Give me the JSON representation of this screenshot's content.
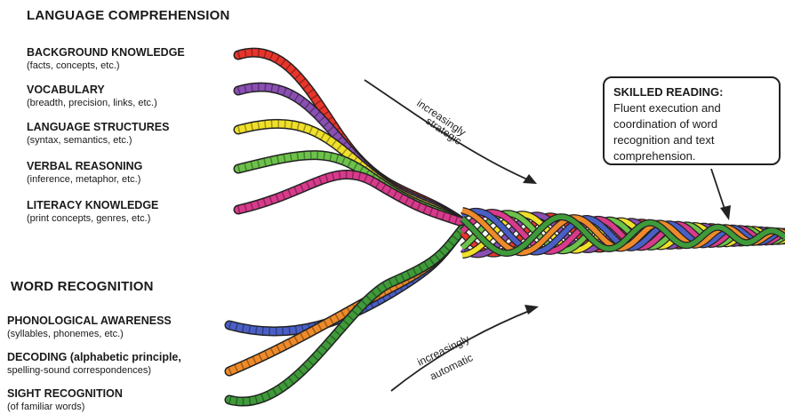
{
  "language_comprehension": {
    "heading": "LANGUAGE COMPREHENSION",
    "strands": [
      {
        "title": "BACKGROUND KNOWLEDGE",
        "detail": "(facts, concepts, etc.)",
        "color": "#e8352c"
      },
      {
        "title": "VOCABULARY",
        "detail": "(breadth, precision, links, etc.)",
        "color": "#8a4fb3"
      },
      {
        "title": "LANGUAGE STRUCTURES",
        "detail": "(syntax, semantics, etc.)",
        "color": "#f0e02a"
      },
      {
        "title": "VERBAL REASONING",
        "detail": "(inference, metaphor, etc.)",
        "color": "#6cc24a"
      },
      {
        "title": "LITERACY KNOWLEDGE",
        "detail": "(print concepts, genres, etc.)",
        "color": "#d83a8c"
      }
    ]
  },
  "word_recognition": {
    "heading": "WORD RECOGNITION",
    "strands": [
      {
        "title": "PHONOLOGICAL AWARENESS",
        "detail": "(syllables, phonemes, etc.)",
        "color": "#4a5fc6"
      },
      {
        "title": "DECODING (alphabetic principle,",
        "detail": "spelling-sound correspondences)",
        "color": "#ee8a2a"
      },
      {
        "title": "SIGHT RECOGNITION",
        "detail": "(of familiar words)",
        "color": "#3f9a3a"
      }
    ]
  },
  "arrows": {
    "upper": {
      "line1": "increasingly",
      "line2": "strategic"
    },
    "lower": {
      "line1": "increasingly",
      "line2": "automatic"
    }
  },
  "outcome": {
    "title": "SKILLED READING:",
    "lines": [
      "Fluent execution and",
      "coordination of word",
      "recognition and text",
      "comprehension."
    ]
  }
}
